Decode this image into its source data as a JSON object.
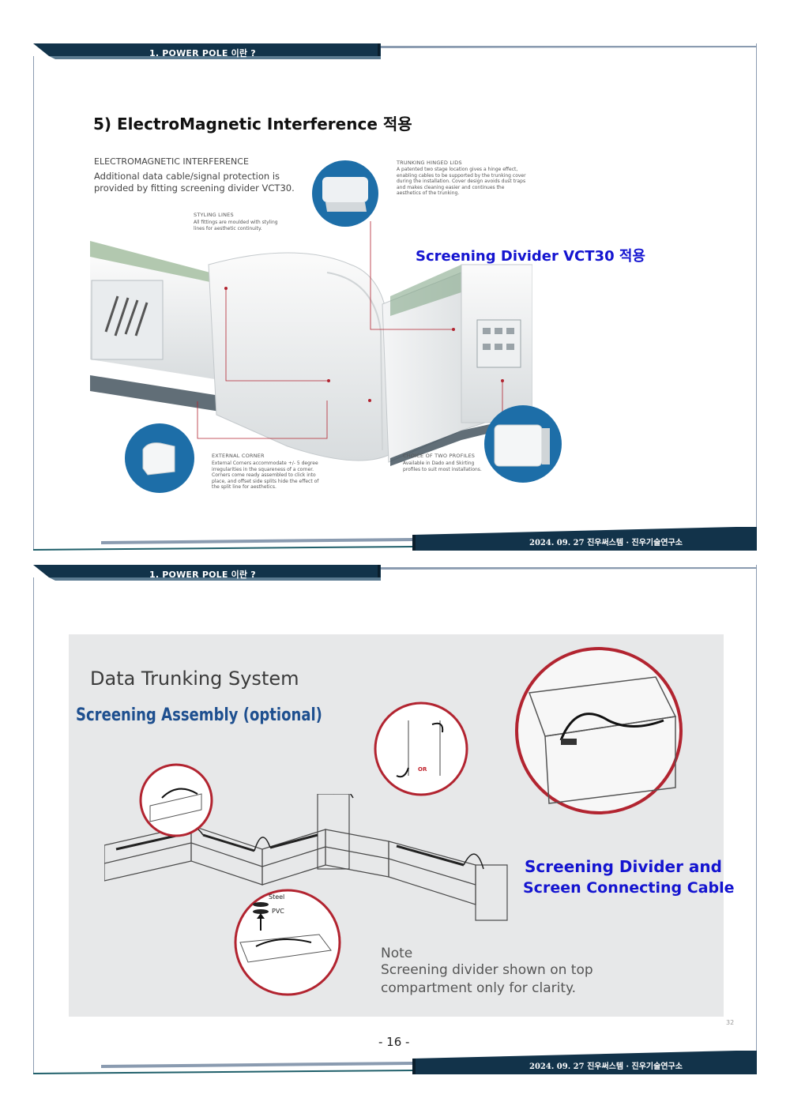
{
  "slide1": {
    "header": "1. POWER POLE 이란 ?",
    "title": "5) ElectroMagnetic Interference 적용",
    "emi_heading": "ELECTROMAGNETIC INTERFERENCE",
    "emi_body": "Additional data cable/signal protection is provided by fitting screening divider VCT30.",
    "styling_title": "STYLING LINES",
    "styling_body": "All fittings are moulded with styling lines for aesthetic continuity.",
    "lids_title": "TRUNKING HINGED LIDS",
    "lids_body": "A patented two stage location gives a hinge effect, enabling cables to be supported by the trunking cover during the installation. Cover design avoids dust traps and makes cleaning easier and continues the aesthetics of the trunking.",
    "callout": "Screening Divider VCT30 적용",
    "corner_title": "EXTERNAL CORNER",
    "corner_body": "External Corners accommodate +/- 5 degree irregularities in the squareness of a corner. Corners come ready assembled to click into place, and offset side splits hide the effect of the split line for aesthetics.",
    "profiles_title": "CHOICE OF TWO PROFILES",
    "profiles_body": "Available in Dado and Skirting profiles to suit most installations.",
    "footer": "2024. 09. 27  진우써스템 · 진우기술연구소"
  },
  "slide2": {
    "header": "1. POWER POLE 이란 ?",
    "system_title": "Data Trunking System",
    "assembly_title": "Screening Assembly (optional)",
    "or_label": "OR",
    "steel_label": "Steel",
    "pvc_label": "PVC",
    "note_title": "Note",
    "note_body_1": "Screening divider shown on top",
    "note_body_2": "compartment only for clarity.",
    "callout_line1": "Screening Divider and",
    "callout_line2": "Screen Connecting Cable",
    "slide_number": "32",
    "footer": "2024. 09. 27  진우써스템 · 진우기술연구소"
  },
  "page_number": "- 16 -",
  "colors": {
    "navy": "#12334a",
    "teal": "#1f5f6a",
    "callout_blue": "#1414d0",
    "lens_red": "#b22430"
  }
}
